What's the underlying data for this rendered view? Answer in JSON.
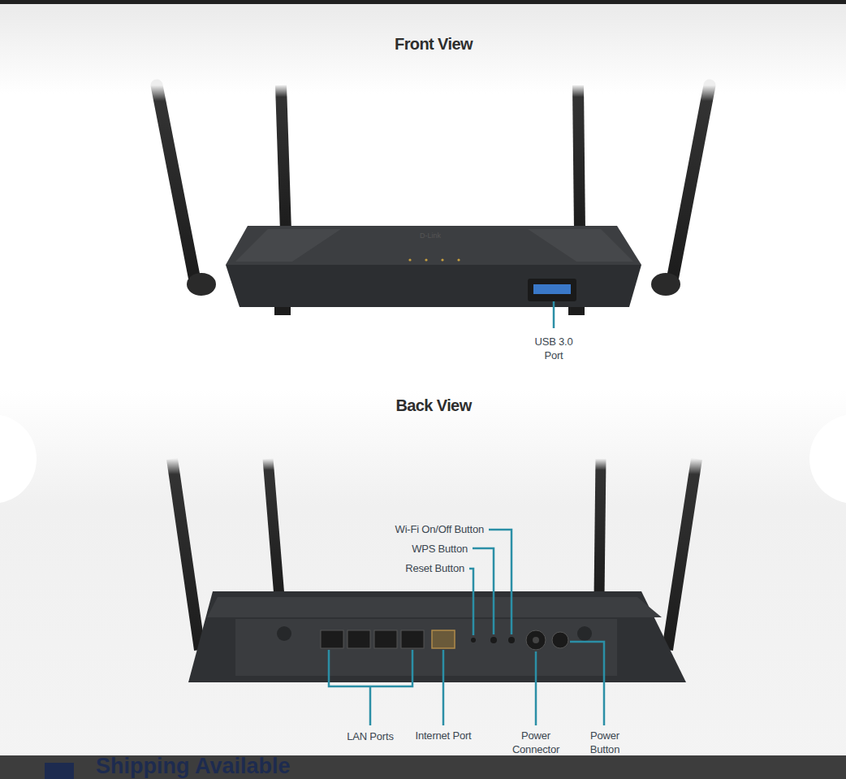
{
  "diagram": {
    "labels": [
      "Front View",
      "USB 3.0 Port",
      "Back View",
      "Wi-Fi On/Off Button",
      "WPS Button",
      "Reset Button",
      "LAN Ports",
      "Internet Port",
      "Power Connector",
      "Power Button",
      "Shipping Available"
    ]
  }
}
